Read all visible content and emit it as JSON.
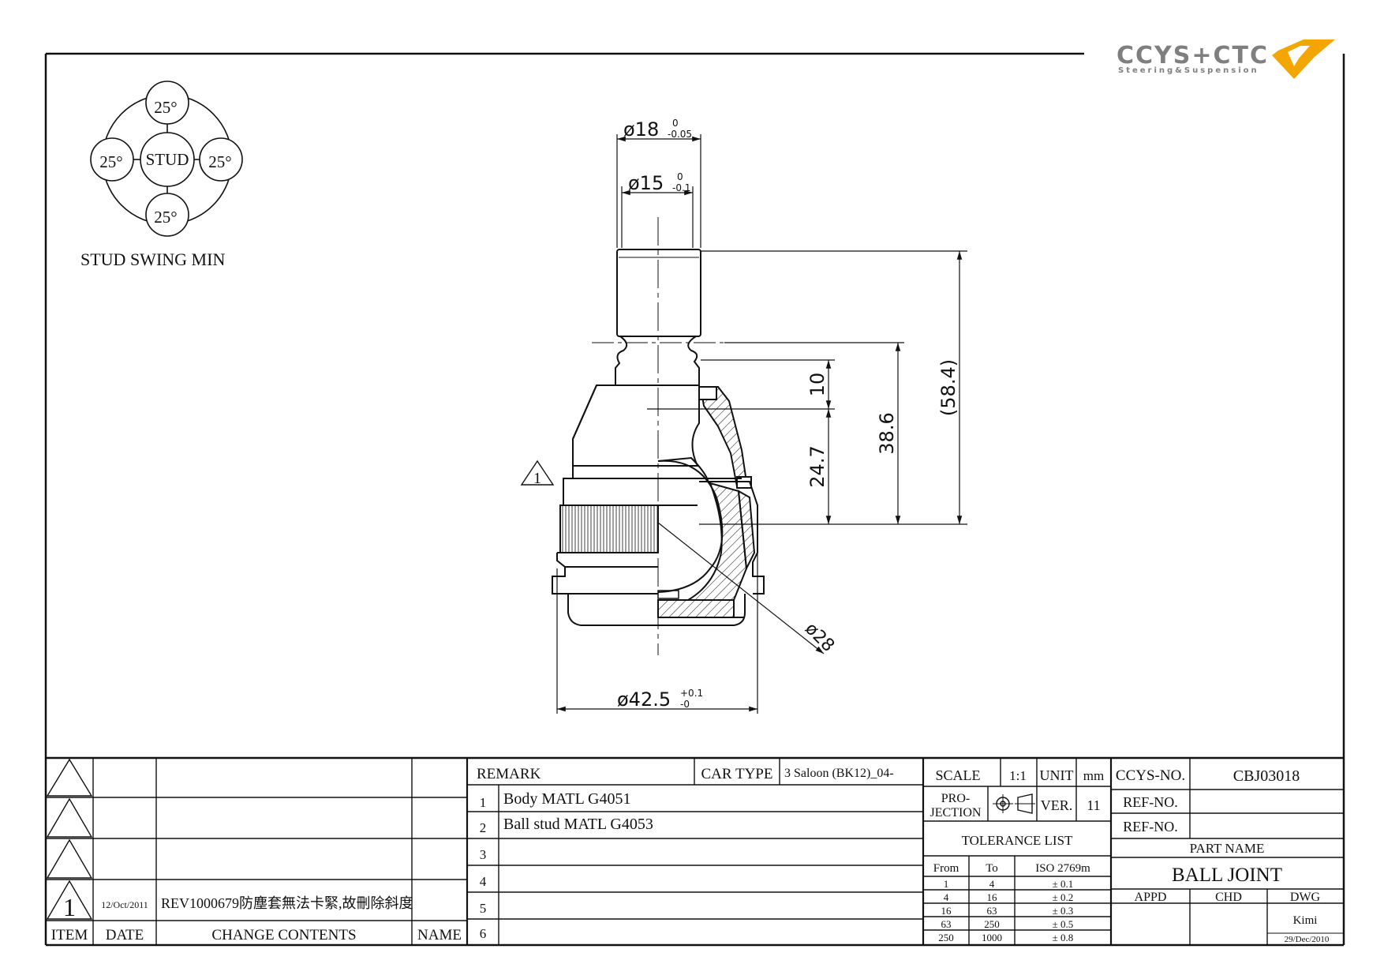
{
  "logo": {
    "brand": "CCYS+CTC",
    "tagline": "Steering&Suspension",
    "colors": {
      "brand_gray": "#7f7f7f",
      "accent_orange": "#f3a600"
    }
  },
  "swing": {
    "center": "STUD",
    "top": "25°",
    "left": "25°",
    "right": "25°",
    "bottom": "25°",
    "caption": "STUD SWING MIN"
  },
  "dims": {
    "d18": "ø18",
    "d18_tol_upper": "0",
    "d18_tol_lower": "-0.05",
    "d15": "ø15",
    "d15_tol_upper": "0",
    "d15_tol_lower": "-0.1",
    "h10": "10",
    "h247": "24.7",
    "h386": "38.6",
    "h584": "(58.4)",
    "d28": "ø28",
    "d425": "ø42.5",
    "d425_tol_upper": "+0.1",
    "d425_tol_lower": "-0",
    "revision_mark": "1"
  },
  "revisions": {
    "rows": [
      {
        "mark": "",
        "date": "",
        "content": "",
        "name": ""
      },
      {
        "mark": "",
        "date": "",
        "content": "",
        "name": ""
      },
      {
        "mark": "",
        "date": "",
        "content": "",
        "name": ""
      },
      {
        "mark": "1",
        "date": "12/Oct/2011",
        "content": "REV1000679防塵套無法卡緊,故刪除斜度",
        "name": ""
      }
    ],
    "header": {
      "item": "ITEM",
      "date": "DATE",
      "content": "CHANGE CONTENTS",
      "name": "NAME"
    }
  },
  "remark": {
    "label": "REMARK",
    "car_type_label": "CAR TYPE",
    "car_type": "3 Saloon (BK12)_04-",
    "rows": [
      {
        "num": "1",
        "text": "Body MATL G4051"
      },
      {
        "num": "2",
        "text": "Ball stud MATL G4053"
      },
      {
        "num": "3",
        "text": ""
      },
      {
        "num": "4",
        "text": ""
      },
      {
        "num": "5",
        "text": ""
      },
      {
        "num": "6",
        "text": ""
      }
    ]
  },
  "titleblock": {
    "scale_label": "SCALE",
    "scale": "1:1",
    "unit_label": "UNIT",
    "unit": "mm",
    "projection_label_1": "PRO-",
    "projection_label_2": "JECTION",
    "ver_label": "VER.",
    "ver": "11",
    "tolerance_title": "TOLERANCE LIST",
    "tol_headers": {
      "from": "From",
      "to": "To",
      "iso": "ISO 2769m"
    },
    "tolerances": [
      {
        "from": "1",
        "to": "4",
        "tol": "± 0.1"
      },
      {
        "from": "4",
        "to": "16",
        "tol": "± 0.2"
      },
      {
        "from": "16",
        "to": "63",
        "tol": "± 0.3"
      },
      {
        "from": "63",
        "to": "250",
        "tol": "± 0.5"
      },
      {
        "from": "250",
        "to": "1000",
        "tol": "± 0.8"
      }
    ],
    "ccys_no_label": "CCYS-NO.",
    "ccys_no": "CBJ03018",
    "ref_no_label_1": "REF-NO.",
    "ref_no_1": "",
    "ref_no_label_2": "REF-NO.",
    "ref_no_2": "",
    "part_name_label": "PART NAME",
    "part_name": "BALL JOINT",
    "appd_label": "APPD",
    "chd_label": "CHD",
    "dwg_label": "DWG",
    "appd": "",
    "chd": "",
    "dwg": "Kimi",
    "dwg_date": "29/Dec/2010"
  }
}
